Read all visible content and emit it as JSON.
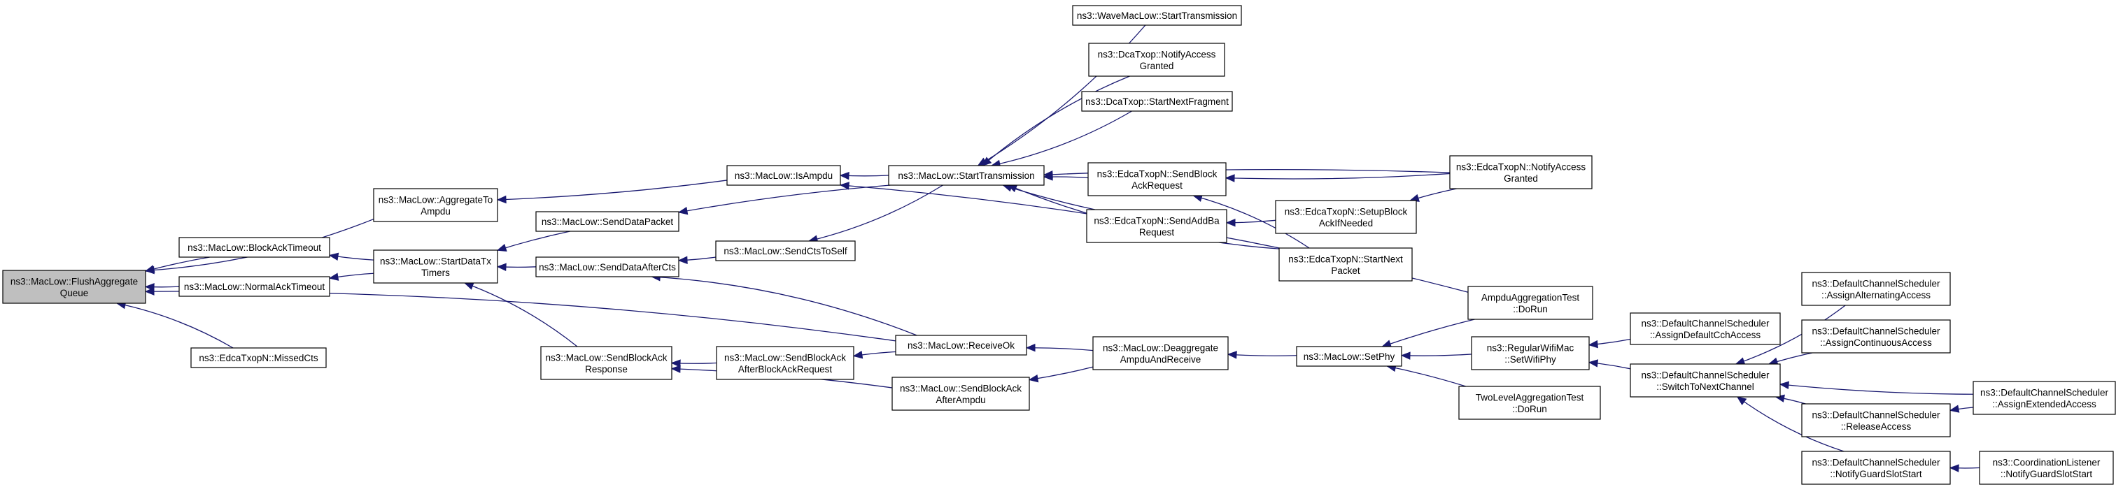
{
  "graph": {
    "colors": {
      "edge": "#191970",
      "node_border": "#000000",
      "node_fill": "#ffffff",
      "root_fill": "#bfbfbf"
    },
    "nodes": [
      {
        "id": "flush",
        "lines": [
          "ns3::MacLow::FlushAggregate",
          "Queue"
        ],
        "root": true
      },
      {
        "id": "blockack_to",
        "lines": [
          "ns3::MacLow::BlockAckTimeout"
        ]
      },
      {
        "id": "normalack_to",
        "lines": [
          "ns3::MacLow::NormalAckTimeout"
        ]
      },
      {
        "id": "missedcts",
        "lines": [
          "ns3::EdcaTxopN::MissedCts"
        ]
      },
      {
        "id": "aggregate",
        "lines": [
          "ns3::MacLow::AggregateTo",
          "Ampdu"
        ]
      },
      {
        "id": "startdatatx",
        "lines": [
          "ns3::MacLow::StartDataTx",
          "Timers"
        ]
      },
      {
        "id": "senddatapacket",
        "lines": [
          "ns3::MacLow::SendDataPacket"
        ]
      },
      {
        "id": "senddataaftercts",
        "lines": [
          "ns3::MacLow::SendDataAfterCts"
        ]
      },
      {
        "id": "sendblockackresp",
        "lines": [
          "ns3::MacLow::SendBlockAck",
          "Response"
        ]
      },
      {
        "id": "isampdu",
        "lines": [
          "ns3::MacLow::IsAmpdu"
        ]
      },
      {
        "id": "sendctstoself",
        "lines": [
          "ns3::MacLow::SendCtsToSelf"
        ]
      },
      {
        "id": "sendblockackafterreq",
        "lines": [
          "ns3::MacLow::SendBlockAck",
          "AfterBlockAckRequest"
        ]
      },
      {
        "id": "starttx",
        "lines": [
          "ns3::MacLow::StartTransmission"
        ]
      },
      {
        "id": "receiveok",
        "lines": [
          "ns3::MacLow::ReceiveOk"
        ]
      },
      {
        "id": "sendblockackafterampdu",
        "lines": [
          "ns3::MacLow::SendBlockAck",
          "AfterAmpdu"
        ]
      },
      {
        "id": "wave",
        "lines": [
          "ns3::WaveMacLow::StartTransmission"
        ]
      },
      {
        "id": "dca_notify",
        "lines": [
          "ns3::DcaTxop::NotifyAccess",
          "Granted"
        ]
      },
      {
        "id": "dca_startnext",
        "lines": [
          "ns3::DcaTxop::StartNextFragment"
        ]
      },
      {
        "id": "edca_sendblockackreq",
        "lines": [
          "ns3::EdcaTxopN::SendBlock",
          "AckRequest"
        ]
      },
      {
        "id": "edca_sendaddba",
        "lines": [
          "ns3::EdcaTxopN::SendAddBa",
          "Request"
        ]
      },
      {
        "id": "deaggregate",
        "lines": [
          "ns3::MacLow::Deaggregate",
          "AmpduAndReceive"
        ]
      },
      {
        "id": "edca_notify",
        "lines": [
          "ns3::EdcaTxopN::NotifyAccess",
          "Granted"
        ]
      },
      {
        "id": "edca_setupblockack",
        "lines": [
          "ns3::EdcaTxopN::SetupBlock",
          "AckIfNeeded"
        ]
      },
      {
        "id": "edca_startnextpacket",
        "lines": [
          "ns3::EdcaTxopN::StartNext",
          "Packet"
        ]
      },
      {
        "id": "setphy",
        "lines": [
          "ns3::MacLow::SetPhy"
        ]
      },
      {
        "id": "ampdutest",
        "lines": [
          "AmpduAggregationTest",
          "::DoRun"
        ]
      },
      {
        "id": "regularwifimac",
        "lines": [
          "ns3::RegularWifiMac",
          "::SetWifiPhy"
        ]
      },
      {
        "id": "twoleveltest",
        "lines": [
          "TwoLevelAggregationTest",
          "::DoRun"
        ]
      },
      {
        "id": "assigndefaultcch",
        "lines": [
          "ns3::DefaultChannelScheduler",
          "::AssignDefaultCchAccess"
        ]
      },
      {
        "id": "switchtonext",
        "lines": [
          "ns3::DefaultChannelScheduler",
          "::SwitchToNextChannel"
        ]
      },
      {
        "id": "assignalternating",
        "lines": [
          "ns3::DefaultChannelScheduler",
          "::AssignAlternatingAccess"
        ]
      },
      {
        "id": "assigncontinuous",
        "lines": [
          "ns3::DefaultChannelScheduler",
          "::AssignContinuousAccess"
        ]
      },
      {
        "id": "releaseaccess",
        "lines": [
          "ns3::DefaultChannelScheduler",
          "::ReleaseAccess"
        ]
      },
      {
        "id": "notifyguard",
        "lines": [
          "ns3::DefaultChannelScheduler",
          "::NotifyGuardSlotStart"
        ]
      },
      {
        "id": "assignextended",
        "lines": [
          "ns3::DefaultChannelScheduler",
          "::AssignExtendedAccess"
        ]
      },
      {
        "id": "coordlistener",
        "lines": [
          "ns3::CoordinationListener",
          "::NotifyGuardSlotStart"
        ]
      }
    ],
    "edges": [
      {
        "from": "blockack_to",
        "to": "flush"
      },
      {
        "from": "normalack_to",
        "to": "flush"
      },
      {
        "from": "missedcts",
        "to": "flush"
      },
      {
        "from": "aggregate",
        "to": "flush"
      },
      {
        "from": "receiveok",
        "to": "flush"
      },
      {
        "from": "startdatatx",
        "to": "blockack_to"
      },
      {
        "from": "startdatatx",
        "to": "normalack_to"
      },
      {
        "from": "isampdu",
        "to": "aggregate"
      },
      {
        "from": "senddatapacket",
        "to": "startdatatx"
      },
      {
        "from": "senddataaftercts",
        "to": "startdatatx"
      },
      {
        "from": "sendblockackresp",
        "to": "startdatatx"
      },
      {
        "from": "starttx",
        "to": "isampdu"
      },
      {
        "from": "starttx",
        "to": "senddatapacket"
      },
      {
        "from": "sendctstoself",
        "to": "senddataaftercts"
      },
      {
        "from": "receiveok",
        "to": "senddataaftercts"
      },
      {
        "from": "sendblockackafterreq",
        "to": "sendblockackresp"
      },
      {
        "from": "sendblockackafterampdu",
        "to": "sendblockackresp"
      },
      {
        "from": "starttx",
        "to": "sendctstoself"
      },
      {
        "from": "receiveok",
        "to": "sendblockackafterreq"
      },
      {
        "from": "wave",
        "to": "starttx"
      },
      {
        "from": "dca_notify",
        "to": "starttx"
      },
      {
        "from": "dca_startnext",
        "to": "starttx"
      },
      {
        "from": "edca_sendblockackreq",
        "to": "starttx"
      },
      {
        "from": "edca_sendaddba",
        "to": "starttx"
      },
      {
        "from": "edca_notify",
        "to": "starttx"
      },
      {
        "from": "edca_startnextpacket",
        "to": "starttx"
      },
      {
        "from": "deaggregate",
        "to": "receiveok"
      },
      {
        "from": "deaggregate",
        "to": "sendblockackafterampdu"
      },
      {
        "from": "ampdutest",
        "to": "isampdu"
      },
      {
        "from": "edca_notify",
        "to": "edca_sendblockackreq"
      },
      {
        "from": "edca_startnextpacket",
        "to": "edca_sendblockackreq"
      },
      {
        "from": "edca_setupblockack",
        "to": "edca_sendaddba"
      },
      {
        "from": "edca_notify",
        "to": "edca_setupblockack"
      },
      {
        "from": "setphy",
        "to": "deaggregate"
      },
      {
        "from": "ampdutest",
        "to": "setphy"
      },
      {
        "from": "regularwifimac",
        "to": "setphy"
      },
      {
        "from": "twoleveltest",
        "to": "setphy"
      },
      {
        "from": "assigndefaultcch",
        "to": "regularwifimac"
      },
      {
        "from": "switchtonext",
        "to": "regularwifimac"
      },
      {
        "from": "assignalternating",
        "to": "switchtonext"
      },
      {
        "from": "assigncontinuous",
        "to": "switchtonext"
      },
      {
        "from": "assignextended",
        "to": "switchtonext"
      },
      {
        "from": "releaseaccess",
        "to": "switchtonext"
      },
      {
        "from": "notifyguard",
        "to": "switchtonext"
      },
      {
        "from": "assignextended",
        "to": "releaseaccess"
      },
      {
        "from": "coordlistener",
        "to": "notifyguard"
      }
    ]
  }
}
